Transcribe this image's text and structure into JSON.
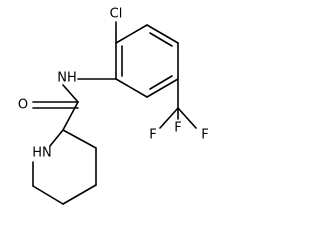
{
  "molecule": {
    "atom_labels": {
      "chlorine": "Cl",
      "amide_nitrogen": "NH",
      "carbonyl_oxygen": "O",
      "ring_nitrogen": "HN",
      "fluorine_1": "F",
      "fluorine_2": "F",
      "fluorine_3": "F"
    },
    "colors": {
      "bond": "#000000",
      "label": "#000000",
      "background": "#ffffff"
    }
  }
}
